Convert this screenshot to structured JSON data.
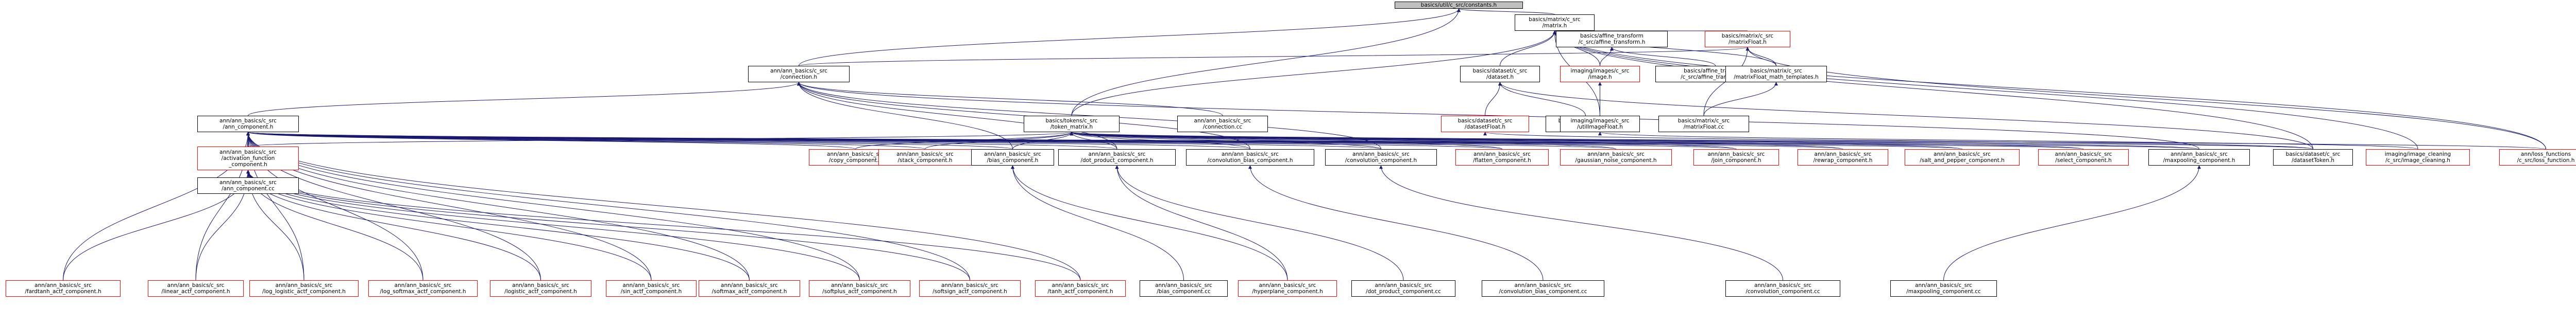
{
  "graph": {
    "nodes": [
      {
        "id": "n0",
        "lines": [
          "basics/util/c_src/constants.h"
        ],
        "red": false,
        "root": true
      },
      {
        "id": "n1",
        "lines": [
          "basics/matrix/c_src",
          "/matrix.h"
        ],
        "red": false
      },
      {
        "id": "n2",
        "lines": [
          "basics/affine_transform",
          "/c_src/affine_transform.h"
        ],
        "red": false
      },
      {
        "id": "n3",
        "lines": [
          "basics/matrix/c_src",
          "/matrixFloat.h"
        ],
        "red": true
      },
      {
        "id": "n4",
        "lines": [
          "ann/ann_basics/c_src",
          "/connection.h"
        ],
        "red": false
      },
      {
        "id": "n5",
        "lines": [
          "basics/dataset/c_src",
          "/dataset.h"
        ],
        "red": false
      },
      {
        "id": "n6",
        "lines": [
          "imaging/images/c_src",
          "/image.h"
        ],
        "red": true
      },
      {
        "id": "n7",
        "lines": [
          "basics/affine_transform",
          "/c_src/affine_transform.cc"
        ],
        "red": false
      },
      {
        "id": "n8",
        "lines": [
          "basics/matrix/c_src",
          "/matrixFloat_math_templates.h"
        ],
        "red": false
      },
      {
        "id": "n9",
        "lines": [
          "ann/ann_basics/c_src",
          "/ann_component.h"
        ],
        "red": false
      },
      {
        "id": "n10",
        "lines": [
          "basics/tokens/c_src",
          "/token_matrix.h"
        ],
        "red": false
      },
      {
        "id": "n11",
        "lines": [
          "basics/dataset/c_src",
          "/datasetFloat.h"
        ],
        "red": true
      },
      {
        "id": "n12",
        "lines": [
          "basics/dataset/c_src",
          "/dataset.cc"
        ],
        "red": false
      },
      {
        "id": "n13",
        "lines": [
          "imaging/images/c_src",
          "/utilImageFloat.h"
        ],
        "red": false
      },
      {
        "id": "n14",
        "lines": [
          "basics/matrix/c_src",
          "/matrixFloat.cc"
        ],
        "red": false
      },
      {
        "id": "n15",
        "lines": [
          "ann/ann_basics/c_src",
          "/connection.cc"
        ],
        "red": false
      },
      {
        "id": "n16",
        "lines": [
          "ann/ann_basics/c_src",
          "/activation_function",
          "_component.h"
        ],
        "red": true
      },
      {
        "id": "n17",
        "lines": [
          "ann/ann_basics/c_src",
          "/ann_component.cc"
        ],
        "red": false
      },
      {
        "id": "n18",
        "lines": [
          "ann/ann_basics/c_src",
          "/copy_component.h"
        ],
        "red": true
      },
      {
        "id": "n19",
        "lines": [
          "ann/ann_basics/c_src",
          "/stack_component.h"
        ],
        "red": true
      },
      {
        "id": "n20",
        "lines": [
          "ann/ann_basics/c_src",
          "/bias_component.h"
        ],
        "red": false
      },
      {
        "id": "n21",
        "lines": [
          "ann/ann_basics/c_src",
          "/dot_product_component.h"
        ],
        "red": false
      },
      {
        "id": "n22",
        "lines": [
          "ann/ann_basics/c_src",
          "/convolution_bias_component.h"
        ],
        "red": false
      },
      {
        "id": "n23",
        "lines": [
          "ann/ann_basics/c_src",
          "/convolution_component.h"
        ],
        "red": false
      },
      {
        "id": "n24",
        "lines": [
          "ann/ann_basics/c_src",
          "/flatten_component.h"
        ],
        "red": true
      },
      {
        "id": "n25",
        "lines": [
          "ann/ann_basics/c_src",
          "/gaussian_noise_component.h"
        ],
        "red": true
      },
      {
        "id": "n26",
        "lines": [
          "ann/ann_basics/c_src",
          "/join_component.h"
        ],
        "red": true
      },
      {
        "id": "n27",
        "lines": [
          "ann/ann_basics/c_src",
          "/rewrap_component.h"
        ],
        "red": true
      },
      {
        "id": "n28",
        "lines": [
          "ann/ann_basics/c_src",
          "/salt_and_pepper_component.h"
        ],
        "red": true
      },
      {
        "id": "n29",
        "lines": [
          "ann/ann_basics/c_src",
          "/select_component.h"
        ],
        "red": true
      },
      {
        "id": "n30",
        "lines": [
          "ann/ann_basics/c_src",
          "/maxpooling_component.h"
        ],
        "red": false
      },
      {
        "id": "n31",
        "lines": [
          "basics/dataset/c_src",
          "/datasetToken.h"
        ],
        "red": false
      },
      {
        "id": "n32",
        "lines": [
          "imaging/image_cleaning",
          "/c_src/image_cleaning.h"
        ],
        "red": true
      },
      {
        "id": "n33",
        "lines": [
          "ann/loss_functions",
          "/c_src/loss_function.h"
        ],
        "red": true
      },
      {
        "id": "n34",
        "lines": [
          "ann/ann_basics/c_src",
          "/fardtanh_actf_component.h"
        ],
        "red": true
      },
      {
        "id": "n35",
        "lines": [
          "ann/ann_basics/c_src",
          "/linear_actf_component.h"
        ],
        "red": true
      },
      {
        "id": "n36",
        "lines": [
          "ann/ann_basics/c_src",
          "/log_logistic_actf_component.h"
        ],
        "red": true
      },
      {
        "id": "n37",
        "lines": [
          "ann/ann_basics/c_src",
          "/log_softmax_actf_component.h"
        ],
        "red": true
      },
      {
        "id": "n38",
        "lines": [
          "ann/ann_basics/c_src",
          "/logistic_actf_component.h"
        ],
        "red": true
      },
      {
        "id": "n39",
        "lines": [
          "ann/ann_basics/c_src",
          "/sin_actf_component.h"
        ],
        "red": true
      },
      {
        "id": "n40",
        "lines": [
          "ann/ann_basics/c_src",
          "/softmax_actf_component.h"
        ],
        "red": true
      },
      {
        "id": "n41",
        "lines": [
          "ann/ann_basics/c_src",
          "/softplus_actf_component.h"
        ],
        "red": true
      },
      {
        "id": "n42",
        "lines": [
          "ann/ann_basics/c_src",
          "/softsign_actf_component.h"
        ],
        "red": true
      },
      {
        "id": "n43",
        "lines": [
          "ann/ann_basics/c_src",
          "/tanh_actf_component.h"
        ],
        "red": true
      },
      {
        "id": "n44",
        "lines": [
          "ann/ann_basics/c_src",
          "/bias_component.cc"
        ],
        "red": false
      },
      {
        "id": "n45",
        "lines": [
          "ann/ann_basics/c_src",
          "/hyperplane_component.h"
        ],
        "red": true
      },
      {
        "id": "n46",
        "lines": [
          "ann/ann_basics/c_src",
          "/dot_product_component.cc"
        ],
        "red": false
      },
      {
        "id": "n47",
        "lines": [
          "ann/ann_basics/c_src",
          "/convolution_bias_component.cc"
        ],
        "red": false
      },
      {
        "id": "n48",
        "lines": [
          "ann/ann_basics/c_src",
          "/convolution_component.cc"
        ],
        "red": false
      },
      {
        "id": "n49",
        "lines": [
          "ann/ann_basics/c_src",
          "/maxpooling_component.cc"
        ],
        "red": false
      }
    ],
    "edges": [
      [
        "n0",
        "n1"
      ],
      [
        "n0",
        "n4"
      ],
      [
        "n0",
        "n10"
      ],
      [
        "n1",
        "n2"
      ],
      [
        "n1",
        "n3"
      ],
      [
        "n1",
        "n5"
      ],
      [
        "n1",
        "n6"
      ],
      [
        "n1",
        "n8"
      ],
      [
        "n1",
        "n10"
      ],
      [
        "n1",
        "n13"
      ],
      [
        "n1",
        "n31"
      ],
      [
        "n1",
        "n32"
      ],
      [
        "n1",
        "n33"
      ],
      [
        "n2",
        "n7"
      ],
      [
        "n2",
        "n6"
      ],
      [
        "n3",
        "n4"
      ],
      [
        "n3",
        "n8"
      ],
      [
        "n3",
        "n14"
      ],
      [
        "n3",
        "n33"
      ],
      [
        "n4",
        "n9"
      ],
      [
        "n4",
        "n15"
      ],
      [
        "n4",
        "n20"
      ],
      [
        "n4",
        "n21"
      ],
      [
        "n4",
        "n22"
      ],
      [
        "n4",
        "n23"
      ],
      [
        "n4",
        "n30"
      ],
      [
        "n5",
        "n11"
      ],
      [
        "n5",
        "n12"
      ],
      [
        "n5",
        "n31"
      ],
      [
        "n6",
        "n13"
      ],
      [
        "n13",
        "n32"
      ],
      [
        "n8",
        "n14"
      ],
      [
        "n9",
        "n16"
      ],
      [
        "n9",
        "n17"
      ],
      [
        "n9",
        "n18"
      ],
      [
        "n9",
        "n19"
      ],
      [
        "n9",
        "n20"
      ],
      [
        "n9",
        "n21"
      ],
      [
        "n9",
        "n22"
      ],
      [
        "n9",
        "n23"
      ],
      [
        "n9",
        "n24"
      ],
      [
        "n9",
        "n25"
      ],
      [
        "n9",
        "n26"
      ],
      [
        "n9",
        "n27"
      ],
      [
        "n9",
        "n28"
      ],
      [
        "n9",
        "n29"
      ],
      [
        "n9",
        "n30"
      ],
      [
        "n9",
        "n34"
      ],
      [
        "n9",
        "n35"
      ],
      [
        "n9",
        "n36"
      ],
      [
        "n9",
        "n37"
      ],
      [
        "n9",
        "n38"
      ],
      [
        "n9",
        "n39"
      ],
      [
        "n9",
        "n40"
      ],
      [
        "n9",
        "n41"
      ],
      [
        "n9",
        "n42"
      ],
      [
        "n9",
        "n43"
      ],
      [
        "n10",
        "n16"
      ],
      [
        "n10",
        "n18"
      ],
      [
        "n10",
        "n19"
      ],
      [
        "n10",
        "n20"
      ],
      [
        "n10",
        "n21"
      ],
      [
        "n10",
        "n22"
      ],
      [
        "n10",
        "n23"
      ],
      [
        "n10",
        "n24"
      ],
      [
        "n10",
        "n25"
      ],
      [
        "n10",
        "n26"
      ],
      [
        "n10",
        "n27"
      ],
      [
        "n10",
        "n28"
      ],
      [
        "n10",
        "n29"
      ],
      [
        "n10",
        "n30"
      ],
      [
        "n10",
        "n31"
      ],
      [
        "n10",
        "n33"
      ],
      [
        "n11",
        "n31"
      ],
      [
        "n16",
        "n34"
      ],
      [
        "n16",
        "n35"
      ],
      [
        "n16",
        "n36"
      ],
      [
        "n16",
        "n37"
      ],
      [
        "n16",
        "n38"
      ],
      [
        "n16",
        "n39"
      ],
      [
        "n16",
        "n40"
      ],
      [
        "n16",
        "n41"
      ],
      [
        "n16",
        "n42"
      ],
      [
        "n16",
        "n43"
      ],
      [
        "n20",
        "n44"
      ],
      [
        "n20",
        "n45"
      ],
      [
        "n21",
        "n45"
      ],
      [
        "n21",
        "n46"
      ],
      [
        "n22",
        "n47"
      ],
      [
        "n23",
        "n48"
      ],
      [
        "n30",
        "n49"
      ]
    ]
  }
}
